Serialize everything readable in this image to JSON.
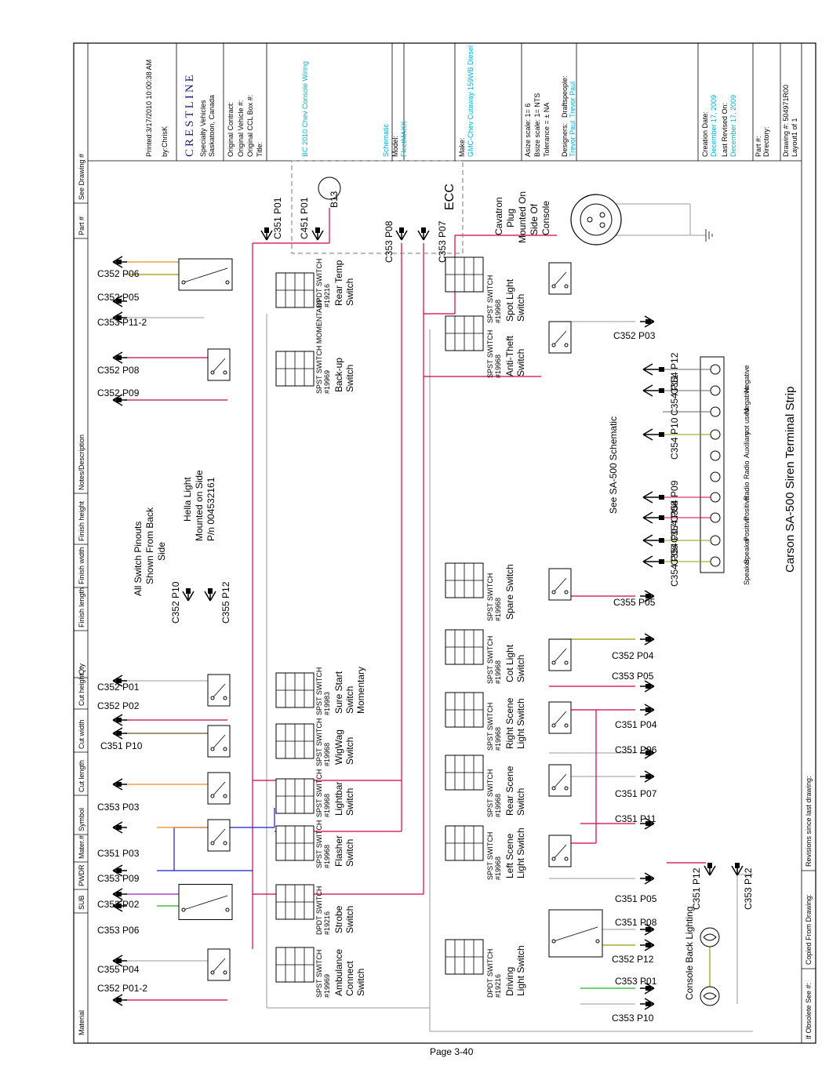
{
  "page_label": "Page 3-40",
  "title_block": {
    "printed": "Printed:3/17/2010 10:00:38 AM",
    "by": "by:ChrisK",
    "company_sub1": "Specialty Vehicles",
    "company_sub2": "Saskatoon, Canada",
    "logo": "CRESTLINE",
    "original_contract": "Original Contract:",
    "original_vehicle": "Original Vehicle #:",
    "original_ccl_box": "Original CCL Box #:",
    "title_label": "Title:",
    "title_value": "BC 2010 Chev Console Wiring",
    "schematic_label": "Schematic",
    "model_label": "Model:",
    "model_value": "FleetMAXX",
    "make_label": "Make:",
    "make_value": "GMC-Chev Cutaway 159WB Diesel",
    "asize": "Asize scale: 1= 6",
    "bsize": "Bsize scale: 1= NTS",
    "tolerance": "Tolerance = ± NA",
    "designers": "Designers:",
    "designer_name": "Trevor Paul",
    "draftspeople": "Draftspeople:",
    "draft_name": "Trevor Paul",
    "creation_date": "Creation Date:",
    "creation_value": "December 17, 2009",
    "last_revised": "Last Revised On:",
    "last_revised_value": "December 17, 2009",
    "part_no": "Part #:",
    "directory": "Directory:",
    "drawing_no": "Drawing #: 504971R00",
    "layout": "Layout1 of 1"
  },
  "left_bar": {
    "material": "Material",
    "columns": [
      "SUB",
      "PWDR",
      "Mater.#",
      "Symbol",
      "Cut length",
      "Cut width",
      "Cut height",
      "Qty",
      "Finish length",
      "Finish width",
      "Finish height",
      "Notes/Description",
      "Part #",
      "See Drawing #"
    ]
  },
  "bottom_bar": {
    "obsolete": "If Obsolete See #:",
    "copied_from": "Copied From Drawing:",
    "revisions": "Revisions since last drawing:"
  },
  "notes": {
    "pinouts1": "All Switch Pinouts",
    "pinouts2": "Shown From Back",
    "pinouts3": "Side",
    "hella1": "Hella Light",
    "hella2": "Mounted on Side",
    "hella3": "P/n 004532161",
    "sa500": "See SA-500 Schematic",
    "siren_title": "Carson SA-500 Siren Terminal Strip",
    "ecc": "ECC",
    "b13": "B13",
    "cavatron1": "Cavatron",
    "cavatron2": "Plug",
    "cavatron3": "Mounted On",
    "cavatron4": "Side Of",
    "cavatron5": "Console",
    "backlight": "Console Back Lighting"
  },
  "siren_terminals": [
    "Negative",
    "Negative",
    "not used",
    "Auxiliary",
    "Radio",
    "Radio",
    "Positive",
    "Positive",
    "Speaker",
    "Speaker"
  ],
  "switches": [
    {
      "name": "Rear Temp Switch",
      "type": "DPDT SWITCH",
      "part": "#19216"
    },
    {
      "name": "Back-up Switch",
      "type": "SPST SWITCH MOMENTARY",
      "part": "#19969"
    },
    {
      "name": "Sure Start Switch Momentary",
      "type": "SPST SWITCH",
      "part": "#19983"
    },
    {
      "name": "WigWag Switch",
      "type": "SPST SWITCH",
      "part": "#19968"
    },
    {
      "name": "Lightbar Switch",
      "type": "SPST SWITCH",
      "part": "#19968"
    },
    {
      "name": "Flasher Switch",
      "type": "SPST SWITCH",
      "part": "#19968"
    },
    {
      "name": "Strobe Switch",
      "type": "DPDT SWITCH",
      "part": "#19216"
    },
    {
      "name": "Ambulance Connect Switch",
      "type": "SPST SWITCH",
      "part": "#19969"
    },
    {
      "name": "Spot Light Switch",
      "type": "SPST SWITCH",
      "part": "#19968"
    },
    {
      "name": "Anti-Theft Switch",
      "type": "SPST SWITCH",
      "part": "#19968"
    },
    {
      "name": "Spare Switch",
      "type": "SPST SWITCH",
      "part": "#19968"
    },
    {
      "name": "Cot Light Switch",
      "type": "SPST SWITCH",
      "part": "#19968"
    },
    {
      "name": "Right Scene Light Switch",
      "type": "SPST SWITCH",
      "part": "#19968"
    },
    {
      "name": "Rear Scene Switch",
      "type": "SPST SWITCH",
      "part": "#19968"
    },
    {
      "name": "Left Scene Light Switch",
      "type": "SPST SWITCH",
      "part": "#19968"
    },
    {
      "name": "Driving Light Switch",
      "type": "DPDT SWITCH",
      "part": "#19216"
    }
  ],
  "connectors": {
    "left": [
      "C352 P06",
      "C352 P05",
      "C353 P11-2",
      "C352 P08",
      "C352 P09",
      "C352 P01",
      "C352 P02",
      "C351 P10",
      "C353 P03",
      "C351 P03",
      "C353 P09",
      "C353 P02",
      "C353 P06",
      "C355 P04",
      "C352 P01-2"
    ],
    "top": [
      "C351 P01",
      "C451 P01",
      "C353 P08",
      "C353 P07"
    ],
    "right": [
      "C352 P03",
      "C355 P05",
      "C352 P04",
      "C353 P05",
      "C351 P04",
      "C351 P06",
      "C351 P07",
      "C351 P11",
      "C351 P05",
      "C351 P08",
      "C352 P12",
      "C353 P01",
      "C353 P10"
    ],
    "siren": [
      "C354 P12",
      "C354 P11",
      "C354 P10",
      "C354 P09",
      "C354 P08",
      "C354 P07",
      "C354 P06"
    ],
    "misc": [
      "C352 P10",
      "C355 P12",
      "C351 P12",
      "C353 P12"
    ]
  },
  "wire_colors": {
    "red": "#d2004b",
    "gray": "#9a9a9a",
    "blue": "#1a1acc",
    "orange": "#f08c1e",
    "olive": "#9a9a00",
    "green": "#1ab41a",
    "purple": "#9a22cc",
    "cyan": "#00b0d0"
  }
}
